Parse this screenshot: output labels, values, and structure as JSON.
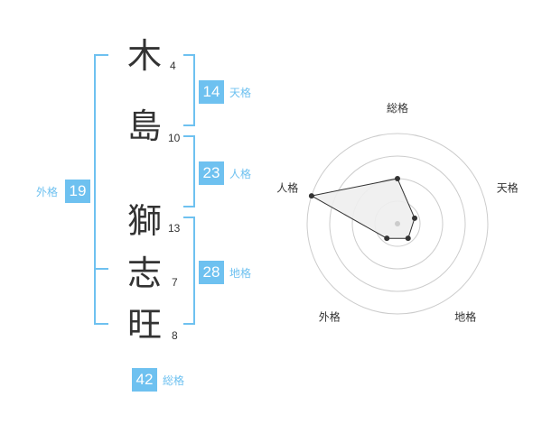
{
  "characters": [
    {
      "char": "木",
      "strokes": "4"
    },
    {
      "char": "島",
      "strokes": "10"
    },
    {
      "char": "獅",
      "strokes": "13"
    },
    {
      "char": "志",
      "strokes": "7"
    },
    {
      "char": "旺",
      "strokes": "8"
    }
  ],
  "fortunes": {
    "tenkaku": {
      "value": "14",
      "label": "天格"
    },
    "jinkaku": {
      "value": "23",
      "label": "人格"
    },
    "chikaku": {
      "value": "28",
      "label": "地格"
    },
    "gaikaku": {
      "value": "19",
      "label": "外格"
    },
    "soukaku": {
      "value": "42",
      "label": "総格"
    }
  },
  "chart_data": {
    "type": "radar",
    "axes": [
      "総格",
      "天格",
      "地格",
      "外格",
      "人格"
    ],
    "values": [
      0.5,
      0.2,
      0.2,
      0.2,
      1.0
    ],
    "range": [
      0,
      1
    ],
    "rings": 4,
    "colors": {
      "ring": "#cccccc",
      "fill": "#eeeeee",
      "line": "#333333",
      "point": "#333333",
      "center": "#cccccc"
    }
  },
  "colors": {
    "accent": "#6ec1f0",
    "text": "#333333"
  }
}
